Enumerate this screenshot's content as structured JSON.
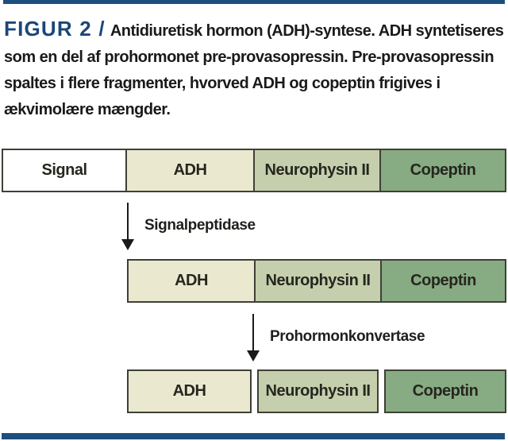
{
  "header": {
    "figure_label": "FIGUR 2 /",
    "caption": "Antidiuretisk hormon (ADH)-syntese. ADH syntetiseres som en del af prohormonet pre-provasopressin. Pre-provasopressin spaltes i flere fragmenter, hvorved ADH og copeptin frigives i ækvimolære mængder."
  },
  "diagram": {
    "rows": [
      {
        "cells": [
          {
            "label": "Signal",
            "color": "#ffffff"
          },
          {
            "label": "ADH",
            "color": "#eae9d0"
          },
          {
            "label": "Neurophysin II",
            "color": "#c5cfad"
          },
          {
            "label": "Copeptin",
            "color": "#87ab83"
          }
        ]
      },
      {
        "cells": [
          {
            "label": "ADH",
            "color": "#eae9d0"
          },
          {
            "label": "Neurophysin II",
            "color": "#c5cfad"
          },
          {
            "label": "Copeptin",
            "color": "#87ab83"
          }
        ]
      },
      {
        "cells": [
          {
            "label": "ADH",
            "color": "#eae9d0"
          },
          {
            "label": "Neurophysin II",
            "color": "#c5cfad"
          },
          {
            "label": "Copeptin",
            "color": "#87ab83"
          }
        ]
      }
    ],
    "steps": [
      {
        "label": "Signalpeptidase"
      },
      {
        "label": "Prohormonkonvertase"
      }
    ]
  },
  "colors": {
    "accent_navy": "#1b4678",
    "rule_navy": "#1d4e80",
    "box_border": "#3e4036",
    "segment_cream": "#eae9d0",
    "segment_sage": "#c5cfad",
    "segment_green": "#87ab83",
    "text": "#1a1a1a"
  }
}
